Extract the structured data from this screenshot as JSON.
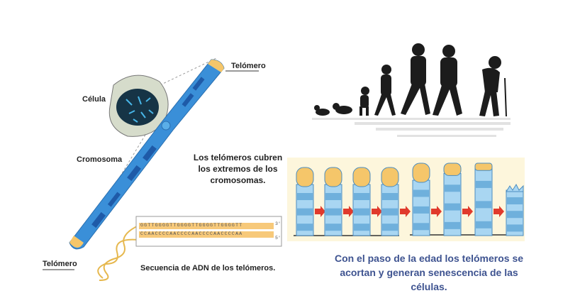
{
  "left_diagram": {
    "label_telomere_top": "Telómero",
    "label_cell": "Célula",
    "label_chromosome": "Cromosoma",
    "description": "Los telómeros cubren los extremos de los cromosomas.",
    "dna_strand_top": "GGTTGGGGTTGGGGTTGGGGTTGGGGTT",
    "dna_strand_bottom": "CCAACCCCAACCCCAACCCCAACCCCAA",
    "strand_end_top": "3'",
    "strand_end_bottom": "5'",
    "dna_caption": "Secuencia de ADN de los telómeros.",
    "label_telomere_bottom": "Telómero"
  },
  "right_panel": {
    "caption": "Con el paso de la edad los telómeros se acortan y generan senescencia de las células.",
    "telomere_levels": [
      1,
      1,
      1,
      1,
      1,
      0.6,
      0.3,
      0
    ]
  },
  "colors": {
    "chromosome": "#3a8fd8",
    "telomere": "#f5c66a",
    "caption": "#3e5390",
    "arrow": "#e03a2c",
    "panel_bg": "#fdf6dc"
  }
}
